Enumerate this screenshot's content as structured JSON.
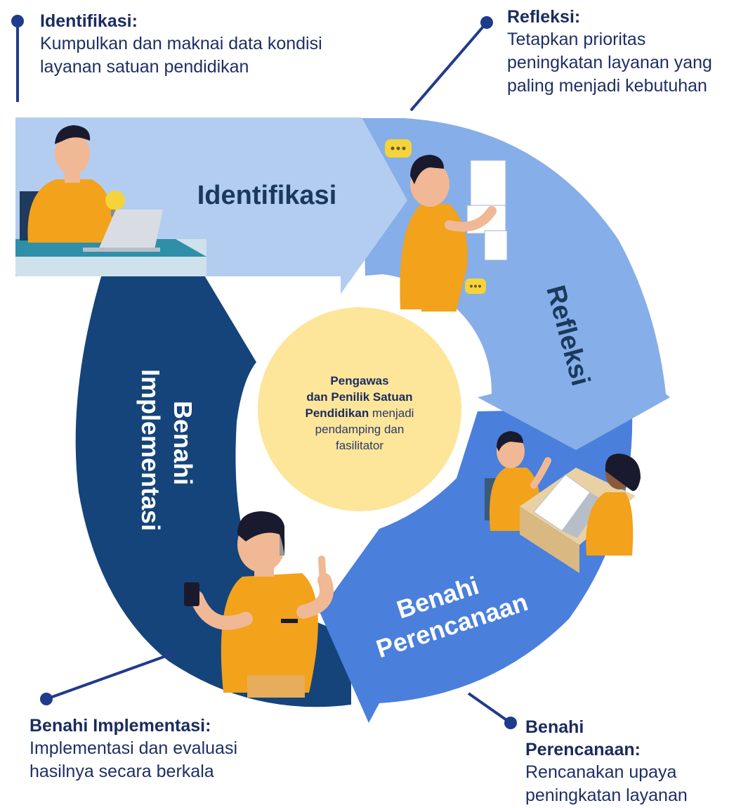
{
  "stages": {
    "identifikasi": "Identifikasi",
    "refleksi": "Refleksi",
    "perencanaan_line1": "Benahi",
    "perencanaan_line2": "Perencanaan",
    "implementasi_line1": "Benahi",
    "implementasi_line2": "Implementasi"
  },
  "center": {
    "bold_line1": "Pengawas",
    "bold_line2": "dan Penilik Satuan",
    "bold_line3": "Pendidikan",
    "text_line3_rest": " menjadi",
    "text_line4": "pendamping dan",
    "text_line5": "fasilitator"
  },
  "callouts": {
    "identifikasi": {
      "title": "Identifikasi:",
      "desc1": "Kumpulkan dan maknai data kondisi",
      "desc2": "layanan satuan pendidikan"
    },
    "refleksi": {
      "title": "Refleksi:",
      "desc1": "Tetapkan prioritas",
      "desc2": "peningkatan layanan yang",
      "desc3": "paling menjadi kebutuhan"
    },
    "implementasi": {
      "title": "Benahi Implementasi:",
      "desc1": "Implementasi dan evaluasi",
      "desc2": "hasilnya secara berkala"
    },
    "perencanaan": {
      "title1": "Benahi",
      "title2": "Perencanaan:",
      "desc1": "Rencanakan upaya",
      "desc2": "peningkatan layanan"
    }
  },
  "colors": {
    "identifikasi": "#b3cdf0",
    "refleksi": "#86aee8",
    "perencanaan": "#4a7fdc",
    "implementasi": "#15447a",
    "center_circle": "#fde59a",
    "connector": "#1f3b8c",
    "label_dark": "#1a3a5c",
    "label_light": "#ffffff",
    "uniform": "#f2a21b"
  },
  "icons": [
    "person-with-laptop",
    "person-reading-documents",
    "two-people-at-table",
    "person-with-phone",
    "lightbulb-icon",
    "speech-bubble-icon"
  ]
}
